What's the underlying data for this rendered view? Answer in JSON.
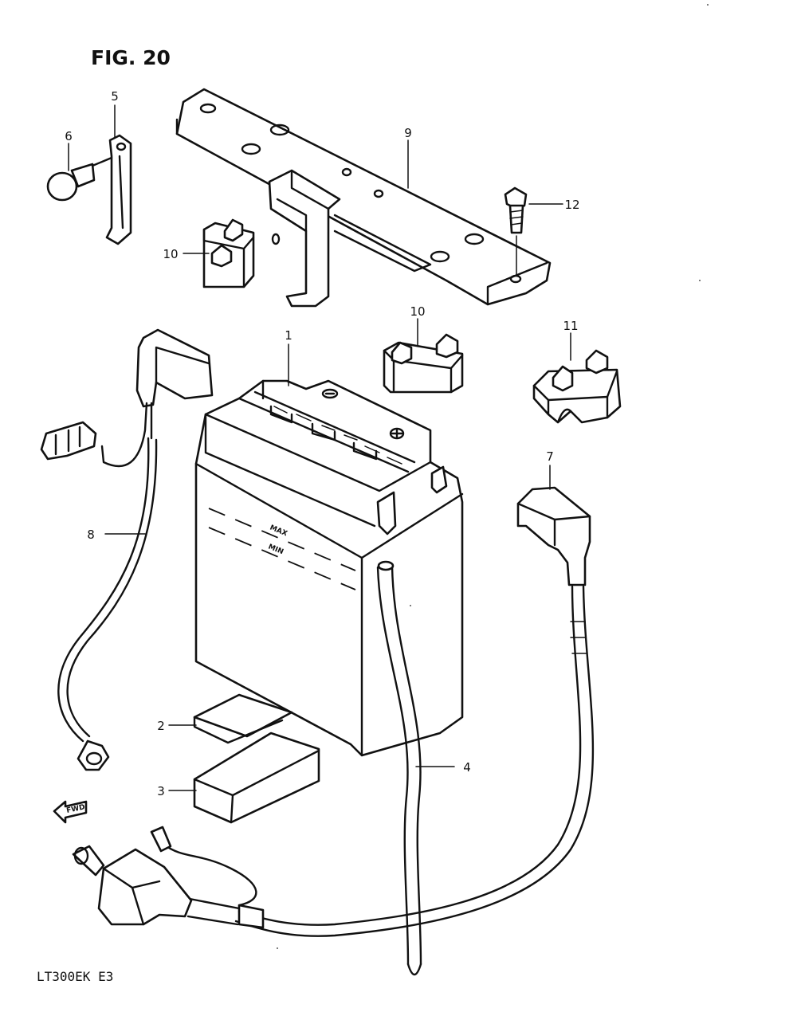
{
  "figure": {
    "title": "FIG. 20",
    "model_code": "LT300EK E3"
  },
  "markings": {
    "max": "MAX",
    "min": "MIN",
    "forward": "FWD"
  },
  "callouts": [
    {
      "id": "1",
      "label": "1"
    },
    {
      "id": "2",
      "label": "2"
    },
    {
      "id": "3",
      "label": "3"
    },
    {
      "id": "4",
      "label": "4"
    },
    {
      "id": "5",
      "label": "5"
    },
    {
      "id": "6",
      "label": "6"
    },
    {
      "id": "7",
      "label": "7"
    },
    {
      "id": "8",
      "label": "8"
    },
    {
      "id": "9",
      "label": "9"
    },
    {
      "id": "10a",
      "label": "10"
    },
    {
      "id": "10b",
      "label": "10"
    },
    {
      "id": "11",
      "label": "11"
    },
    {
      "id": "12",
      "label": "12"
    }
  ]
}
